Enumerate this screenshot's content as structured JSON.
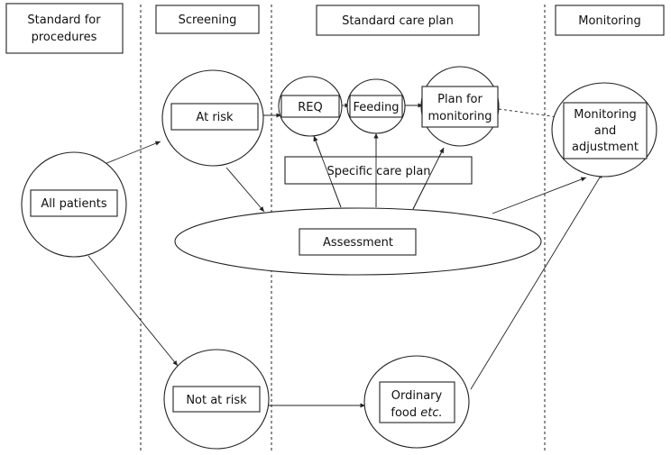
{
  "columns": {
    "procedures_line1": "Standard for",
    "procedures_line2": "procedures",
    "screening": "Screening",
    "care_plan": "Standard care plan",
    "monitoring": "Monitoring"
  },
  "nodes": {
    "all_patients": "All patients",
    "at_risk": "At risk",
    "not_at_risk": "Not at risk",
    "req": "REQ",
    "feeding": "Feeding",
    "plan_line1": "Plan for",
    "plan_line2": "monitoring",
    "specific_care_plan": "Specific care plan",
    "assessment": "Assessment",
    "food_line1": "Ordinary",
    "food_line2_prefix": "food ",
    "food_line2_italic": "etc.",
    "monitor_line1": "Monitoring",
    "monitor_line2": "and",
    "monitor_line3": "adjustment"
  }
}
